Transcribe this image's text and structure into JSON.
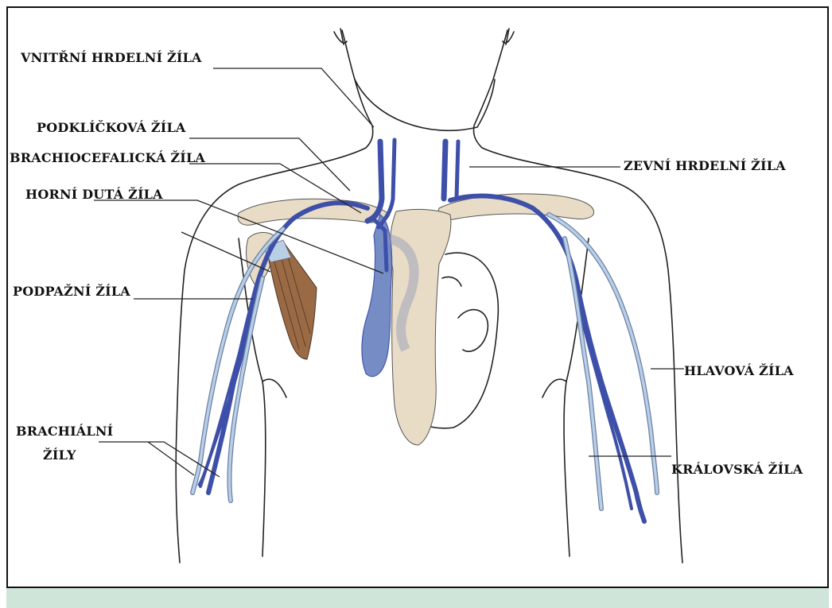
{
  "labels": {
    "internal_jugular": "VNITŘNÍ HRDELNÍ ŽÍLA",
    "subclavian": "PODKLÍČKOVÁ ŽÍLA",
    "brachiocephalic": "BRACHIOCEFALICKÁ ŽÍLA",
    "superior_vena_cava": "HORNÍ DUTÁ ŽÍLA",
    "axillary": "PODPAŽNÍ ŽÍLA",
    "brachial_line1": "BRACHIÁLNÍ",
    "brachial_line2": "ŽÍLY",
    "external_jugular": "ZEVNÍ HRDELNÍ ŽÍLA",
    "cephalic": "HLAVOVÁ ŽÍLA",
    "basilic": "KRÁLOVSKÁ ŽÍLA"
  },
  "colors": {
    "deep_vein": "#3d4fa8",
    "superficial_vein": "#b8cfe6",
    "bone": "#e8dcc6",
    "muscle": "#9a6a45",
    "heart_fill": "#6f86c2",
    "footer": "#cfe5d9"
  }
}
